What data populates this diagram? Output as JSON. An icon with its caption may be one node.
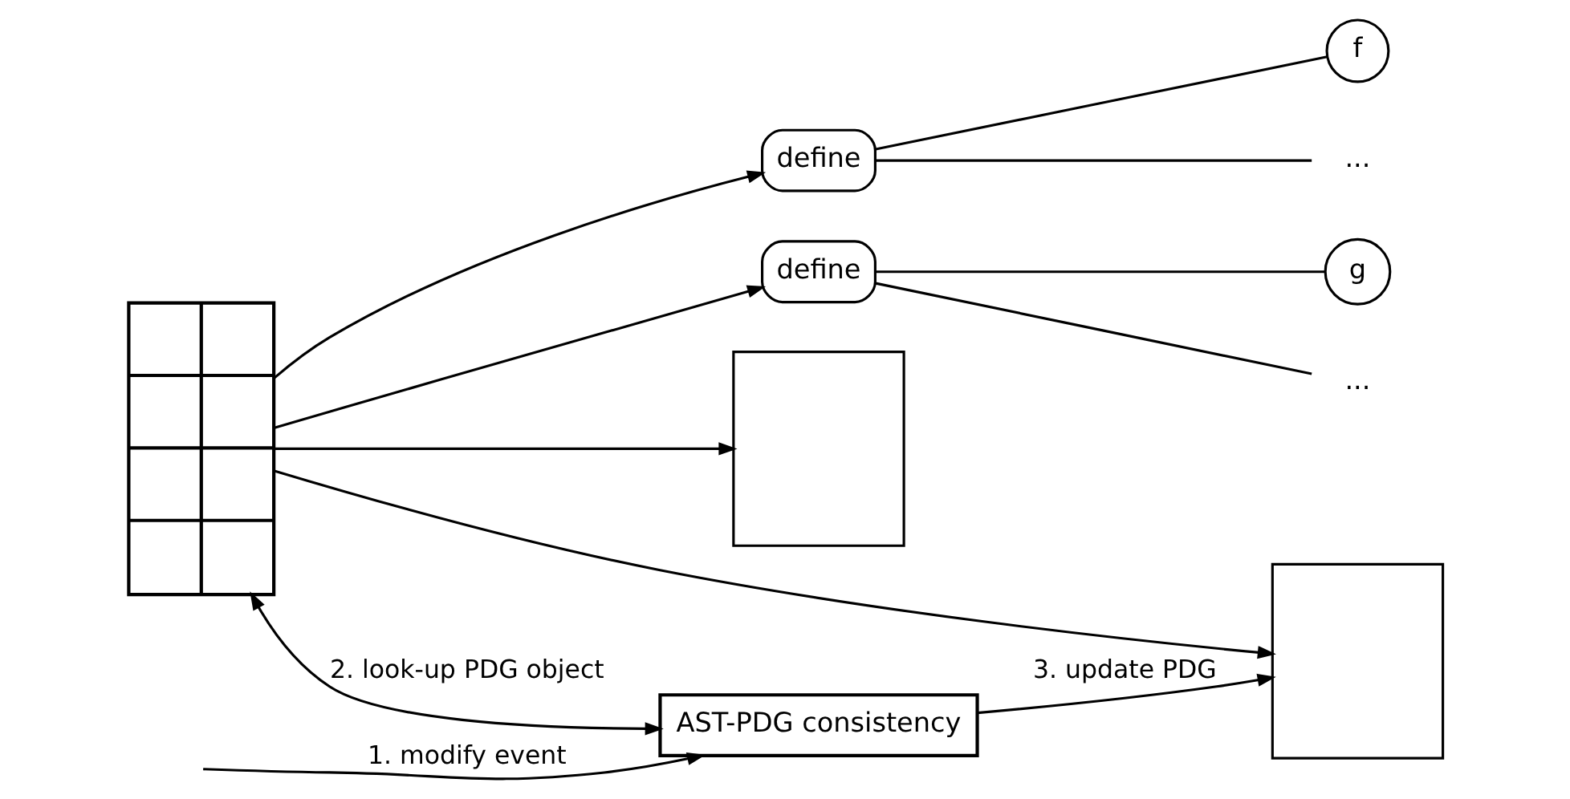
{
  "diagram": {
    "nodes": [
      {
        "text": [
          "define"
        ]
      },
      {
        "text": [
          "f"
        ]
      },
      {
        "text": [
          "..."
        ]
      },
      {
        "text": [
          "define"
        ]
      },
      {
        "text": [
          "g"
        ]
      },
      {
        "text": [
          "..."
        ]
      },
      {
        "text": [],
        "shape": "table"
      },
      {
        "text": [],
        "shape": "box"
      },
      {
        "text": [],
        "shape": "box"
      },
      {
        "text": [
          "AST-PDG consistency"
        ]
      }
    ],
    "edges": [
      {
        "from": 6,
        "to": 0,
        "arrow": "to"
      },
      {
        "from": 6,
        "to": 7,
        "arrow": "to"
      },
      {
        "from": 6,
        "to": 3,
        "arrow": "to"
      },
      {
        "from": 6,
        "to": 8,
        "arrow": "to"
      },
      {
        "from": 0,
        "to": 1,
        "arrow": "none"
      },
      {
        "from": 0,
        "to": 2,
        "arrow": "none"
      },
      {
        "from": 3,
        "to": 4,
        "arrow": "none"
      },
      {
        "from": 3,
        "to": 5,
        "arrow": "none"
      },
      {
        "from": null,
        "to": 9,
        "arrow": "to",
        "label": "1. modify event"
      },
      {
        "from": 6,
        "to": 9,
        "arrow": "both",
        "label": "2. look-up PDG object"
      },
      {
        "from": 9,
        "to": 8,
        "arrow": "to",
        "label": "3. update PDG"
      }
    ]
  }
}
